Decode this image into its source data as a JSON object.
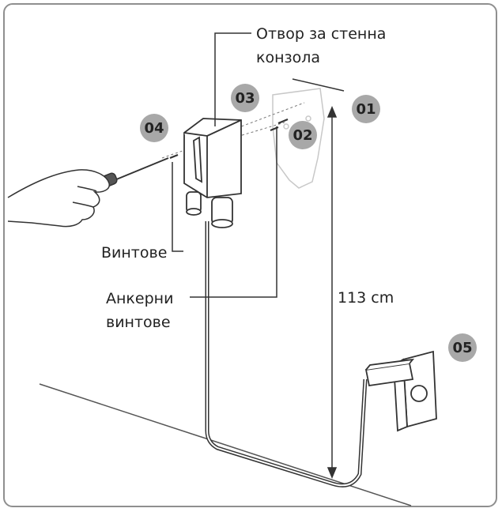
{
  "labels": {
    "bracket_hole_line1": "Отвор за стенна",
    "bracket_hole_line2": "конзола",
    "screws": "Винтове",
    "anchor_line1": "Анкерни",
    "anchor_line2": "винтове",
    "height": "113 cm"
  },
  "steps": [
    "01",
    "02",
    "03",
    "04",
    "05"
  ],
  "colors": {
    "step_badge": "#a8a8a8",
    "line": "#333333",
    "frame": "#8f8f8f"
  }
}
